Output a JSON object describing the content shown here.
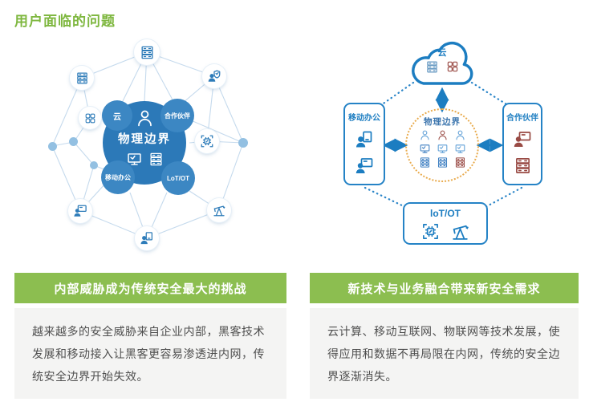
{
  "title": "用户面临的问题",
  "colors": {
    "title_green": "#7eb73f",
    "banner_green": "#8cbe50",
    "primary_blue": "#2c79b8",
    "bright_blue": "#1c7dc1",
    "maroon": "#994a44",
    "dashed_orange": "#e9ab4d",
    "body_bg": "#f4f4f3"
  },
  "left_diagram": {
    "center": {
      "label": "物理边界",
      "icons": [
        "person-icon",
        "monitor-icon",
        "server-icon"
      ]
    },
    "satellites": [
      {
        "label": "云"
      },
      {
        "label": "合作伙伴"
      },
      {
        "label": "移动办公"
      },
      {
        "label": "LoT/OT"
      }
    ],
    "node_icons": [
      "server",
      "server",
      "shield-person",
      "app-grid",
      "chip-scan",
      "workstation-user",
      "mobile-user",
      "oil-pump"
    ]
  },
  "right_diagram": {
    "cloud": {
      "label": "云",
      "icons": [
        "server",
        "app-grid"
      ]
    },
    "center": {
      "label": "物理边界",
      "icons": [
        "person",
        "person",
        "person",
        "monitor",
        "monitor",
        "monitor",
        "server",
        "server",
        "server"
      ]
    },
    "left_box": {
      "label": "移动办公",
      "icons": [
        "tablet-user",
        "workstation-user"
      ]
    },
    "right_box": {
      "label": "合作伙伴",
      "icons": [
        "workstation-user",
        "server"
      ]
    },
    "bottom_box": {
      "label": "loT/OT",
      "icons": [
        "chip-scan",
        "oil-pump"
      ]
    }
  },
  "sections": [
    {
      "heading": "内部威胁成为传统安全最大的挑战",
      "body": "越来越多的安全威胁来自企业内部，黑客技术发展和移动接入让黑客更容易渗透进内网，传统安全边界开始失效。"
    },
    {
      "heading": "新技术与业务融合带来新安全需求",
      "body": "云计算、移动互联网、物联网等技术发展，使得应用和数据不再局限在内网，传统的安全边界逐渐消失。"
    }
  ]
}
